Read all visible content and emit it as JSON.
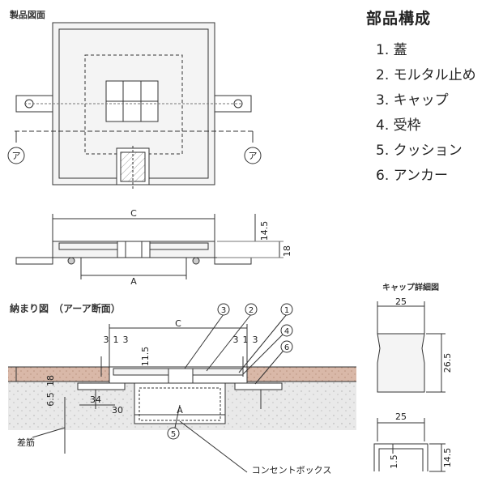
{
  "titles": {
    "product_drawing": "製品図面",
    "installation": "納まり図　（アーア断面）",
    "cap_detail": "キャップ詳細図",
    "parts": "部品構成"
  },
  "parts": [
    "1. 蓋",
    "2. モルタル止め",
    "3. キャップ",
    "4. 受枠",
    "5. クッション",
    "6. アンカー"
  ],
  "section_marks": {
    "a_left": "ア",
    "a_right": "ア"
  },
  "side_view": {
    "width": "C",
    "inner": "A",
    "height": "18",
    "cover_height": "14.5"
  },
  "install_view": {
    "width": "C",
    "inner": "A",
    "slab": "18",
    "cap_h": "11.5",
    "pitch_left": [
      "3",
      "1",
      "3"
    ],
    "pitch_right": [
      "3",
      "1",
      "3"
    ],
    "anchor_h": "6.5",
    "anchor_w": "34",
    "offset": "30",
    "callouts": [
      "1",
      "2",
      "3",
      "4",
      "5",
      "6"
    ],
    "rebar_label": "差筋",
    "box_label": "コンセントボックス"
  },
  "cap_detail": {
    "width_top": "25",
    "height": "26.5",
    "width_bottom": "25",
    "height_bottom": "14.5",
    "thickness": "1.5"
  }
}
